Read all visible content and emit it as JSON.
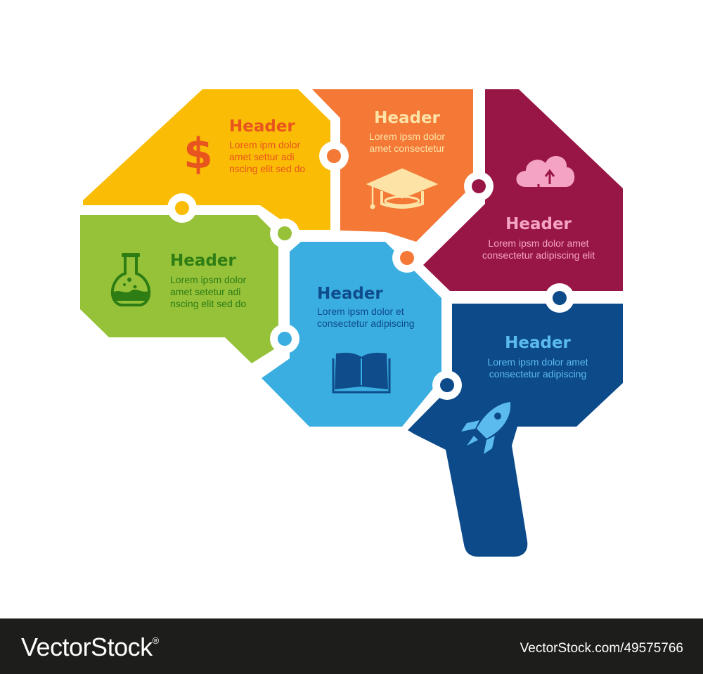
{
  "colors": {
    "yellow": "#fbbc05",
    "orange": "#f47836",
    "maroon": "#981645",
    "green": "#96c23a",
    "sky": "#3aaee0",
    "navy": "#0c4a8a",
    "connector": "#ffffff"
  },
  "panels": [
    {
      "id": "yellow",
      "header": "Header",
      "body": [
        "Lorem ipm dolor",
        "amet settur adi",
        "nscing elit sed do"
      ],
      "icon": "dollar-icon",
      "header_color": "#e8541e",
      "text_color": "#e8541e"
    },
    {
      "id": "orange",
      "header": "Header",
      "body": [
        "Lorem ipsm dolor",
        "amet consectetur"
      ],
      "icon": "graduation-cap-icon",
      "header_color": "#fde3a6",
      "text_color": "#fde3a6"
    },
    {
      "id": "maroon",
      "header": "Header",
      "body": [
        "Lorem ipsm dolor amet",
        "consectetur adipiscing elit"
      ],
      "icon": "cloud-upload-icon",
      "header_color": "#f5a3c4",
      "text_color": "#f5a3c4"
    },
    {
      "id": "green",
      "header": "Header",
      "body": [
        "Lorem ipsm dolor",
        "amet setetur adi",
        "nscing elit sed do"
      ],
      "icon": "flask-icon",
      "header_color": "#2e7d14",
      "text_color": "#2e7d14"
    },
    {
      "id": "sky",
      "header": "Header",
      "body": [
        "Lorem ipsm dolor et",
        "consectetur adipiscing"
      ],
      "icon": "book-icon",
      "header_color": "#0f4c8c",
      "text_color": "#0f4c8c"
    },
    {
      "id": "navy",
      "header": "Header",
      "body": [
        "Lorem ipsm dolor amet",
        "consectetur adipiscing"
      ],
      "icon": "rocket-icon",
      "header_color": "#5bbbee",
      "text_color": "#5bbbee"
    }
  ],
  "footer": {
    "brand": "VectorStock",
    "trademark": "®",
    "site": "VectorStock.com/49575766"
  }
}
